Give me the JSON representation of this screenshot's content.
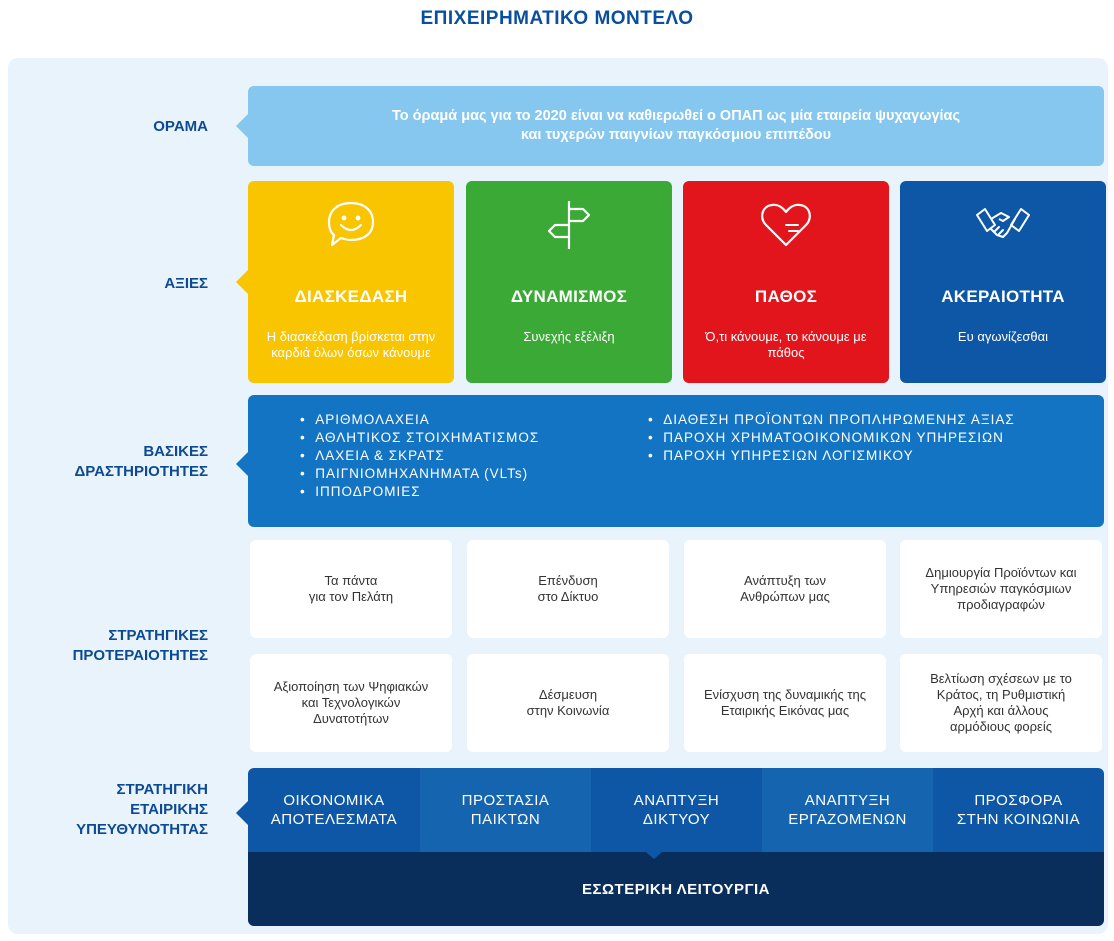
{
  "title": "ΕΠΙΧΕΙΡΗΜΑΤΙΚΟ ΜΟΝΤΕΛΟ",
  "labels": {
    "vision": "ΟΡΑΜΑ",
    "values": "ΑΞΙΕΣ",
    "activities_1": "ΒΑΣΙΚΕΣ",
    "activities_2": "ΔΡΑΣΤΗΡΙΟΤΗΤΕΣ",
    "priorities_1": "ΣΤΡΑΤΗΓΙΚΕΣ",
    "priorities_2": "ΠΡΟΤΕΡΑΙΟΤΗΤΕΣ",
    "csr_1": "ΣΤΡΑΤΗΓΙΚΗ",
    "csr_2": "ΕΤΑΙΡΙΚΗΣ",
    "csr_3": "ΥΠΕΥΘΥΝΟΤΗΤΑΣ"
  },
  "vision": {
    "line1": "Το όραμά μας για το 2020 είναι να καθιερωθεί ο ΟΠΑΠ ως μία εταιρεία ψυχαγωγίας",
    "line2": "και τυχερών παιγνίων παγκόσμιου επιπέδου"
  },
  "values": [
    {
      "title": "ΔΙΑΣΚΕΔΑΣΗ",
      "sub": "Η διασκέδαση βρίσκεται στην καρδιά όλων όσων κάνουμε",
      "icon": "smiley-icon",
      "color": "#f9c400"
    },
    {
      "title": "ΔΥΝΑΜΙΣΜΟΣ",
      "sub": "Συνεχής εξέλιξη",
      "icon": "signpost-icon",
      "color": "#3aa935"
    },
    {
      "title": "ΠΑΘΟΣ",
      "sub": "Ό,τι κάνουμε, το κάνουμε με πάθος",
      "icon": "heart-icon",
      "color": "#e3151c"
    },
    {
      "title": "ΑΚΕΡΑΙΟΤΗΤΑ",
      "sub": "Ευ αγωνίζεσθαι",
      "icon": "handshake-icon",
      "color": "#0d57a6"
    }
  ],
  "activities": {
    "left": [
      "ΑΡΙΘΜΟΛΑΧΕΙΑ",
      "ΑΘΛΗΤΙΚΟΣ ΣΤΟΙΧΗΜΑΤΙΣΜΟΣ",
      "ΛΑΧΕΙΑ & ΣΚΡΑΤΣ",
      "ΠΑΙΓΝΙΟΜΗΧΑΝΗΜΑΤΑ (VLTs)",
      "ΙΠΠΟΔΡΟΜΙΕΣ"
    ],
    "right": [
      "ΔΙΑΘΕΣΗ ΠΡΟΪΟΝΤΩΝ ΠΡΟΠΛΗΡΩΜΕΝΗΣ ΑΞΙΑΣ",
      "ΠΑΡΟΧΗ ΧΡΗΜΑΤΟΟΙΚΟΝΟΜΙΚΩΝ ΥΠΗΡΕΣΙΩΝ",
      "ΠΑΡΟΧΗ ΥΠΗΡΕΣΙΩΝ ΛΟΓΙΣΜΙΚΟΥ"
    ]
  },
  "priorities": [
    "Τα πάντα\nγια τον Πελάτη",
    "Επένδυση\nστο Δίκτυο",
    "Ανάπτυξη των\nΑνθρώπων μας",
    "Δημιουργία Προϊόντων και\nΥπηρεσιών παγκόσμιων\nπροδιαγραφών",
    "Αξιοποίηση των Ψηφιακών\nκαι Τεχνολογικών\nΔυνατοτήτων",
    "Δέσμευση\nστην Κοινωνία",
    "Ενίσχυση της δυναμικής της\nΕταιρικής Εικόνας μας",
    "Βελτίωση σχέσεων με το\nΚράτος, τη Ρυθμιστική\nΑρχή και άλλους\nαρμόδιους φορείς"
  ],
  "csr": {
    "pillars": [
      {
        "line1": "ΟΙΚΟΝΟΜΙΚΑ",
        "line2": "ΑΠΟΤΕΛΕΣΜΑΤΑ",
        "color": "#0d57a6"
      },
      {
        "line1": "ΠΡΟΣΤΑΣΙΑ",
        "line2": "ΠΑΙΚΤΩΝ",
        "color": "#1464b0"
      },
      {
        "line1": "ΑΝΑΠΤΥΞΗ",
        "line2": "ΔΙΚΤΥΟΥ",
        "color": "#0d57a6"
      },
      {
        "line1": "ΑΝΑΠΤΥΞΗ",
        "line2": "ΕΡΓΑΖΟΜΕΝΩΝ",
        "color": "#1464b0"
      },
      {
        "line1": "ΠΡΟΣΦΟΡΑ",
        "line2": "ΣΤΗΝ ΚΟΙΝΩΝΙΑ",
        "color": "#0d57a6"
      }
    ],
    "base": "ΕΣΩΤΕΡΙΚΗ ΛΕΙΤΟΥΡΓΙΑ"
  },
  "colors": {
    "vision": "#86c7ef",
    "activities": "#1474c4",
    "base": "#0a2e5c",
    "label": "#0d4a93"
  }
}
